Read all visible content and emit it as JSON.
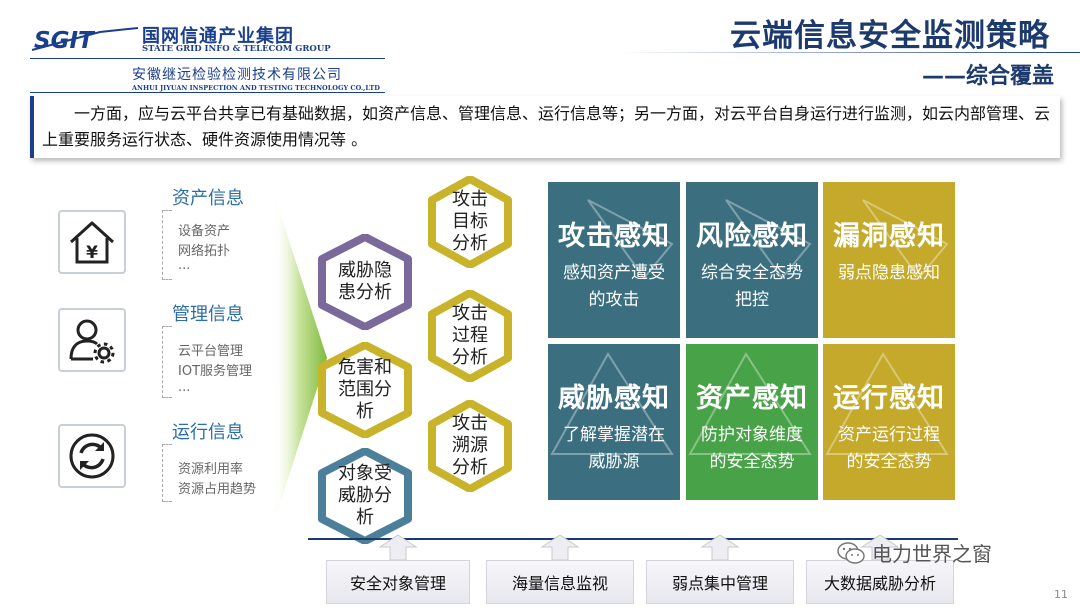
{
  "header": {
    "logo_text": "SGIT",
    "company_cn": "国网信通产业集团",
    "company_en": "STATE GRID INFO & TELECOM GROUP",
    "sub_company_cn": "安徽继远检验检测技术有限公司",
    "sub_company_en": "ANHUI JIYUAN INSPECTION AND TESTING TECHNOLOGY CO.,LTD",
    "title": "云端信息安全监测策略",
    "subtitle": "——综合覆盖",
    "brand_color": "#1b3f8c"
  },
  "intro": {
    "text": "一方面，应与云平台共享已有基础数据，如资产信息、管理信息、运行信息等；另一方面，对云平台自身运行进行监测，如云内部管理、云上重要服务运行状态、硬件资源使用情况等 。"
  },
  "categories": [
    {
      "icon": "house-yen-icon",
      "title": "资产信息",
      "items": [
        "设备资产",
        "网络拓扑",
        "..."
      ]
    },
    {
      "icon": "user-gear-icon",
      "title": "管理信息",
      "items": [
        "云平台管理",
        "IOT服务管理",
        "..."
      ]
    },
    {
      "icon": "refresh-icon",
      "title": "运行信息",
      "items": [
        "资源利用率",
        "资源占用趋势"
      ]
    }
  ],
  "hexes": [
    {
      "text": "攻击目标分析",
      "color": "#c8b32a"
    },
    {
      "text": "威胁隐患分析",
      "color": "#7a6a9c"
    },
    {
      "text": "攻击过程分析",
      "color": "#c8b32a"
    },
    {
      "text": "危害和范围分析",
      "color": "#c8b32a"
    },
    {
      "text": "攻击溯源分析",
      "color": "#c8b32a"
    },
    {
      "text": "对象受威胁分析",
      "color": "#4b7f9a"
    }
  ],
  "tiles": [
    {
      "title": "攻击感知",
      "desc": "感知资产遭受的攻击",
      "color": "#3b6f80"
    },
    {
      "title": "风险感知",
      "desc": "综合安全态势把控",
      "color": "#3b6f80"
    },
    {
      "title": "漏洞感知",
      "desc": "弱点隐患感知",
      "color": "#c4a92a"
    },
    {
      "title": "威胁感知",
      "desc": "了解掌握潜在威胁源",
      "color": "#3b6f80"
    },
    {
      "title": "资产感知",
      "desc": "防护对象维度的安全态势",
      "color": "#48a247"
    },
    {
      "title": "运行感知",
      "desc": "资产运行过程的安全态势",
      "color": "#c4a92a"
    }
  ],
  "bottom": [
    "安全对象管理",
    "海量信息监视",
    "弱点集中管理",
    "大数据威胁分析"
  ],
  "watermark": "电力世界之窗",
  "page_number": "11"
}
